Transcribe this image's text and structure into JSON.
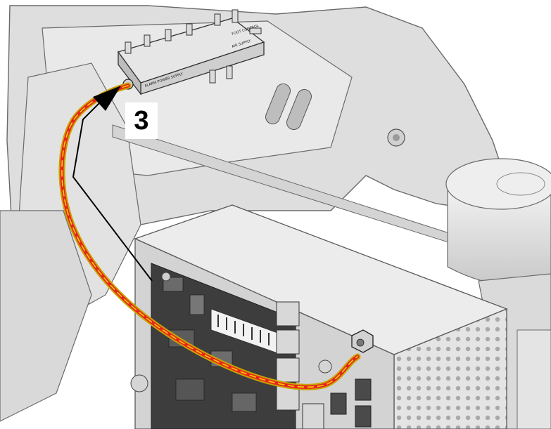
{
  "callout": {
    "step": "3"
  },
  "manifold": {
    "labels": [
      "ALARM POWER SUPPLY",
      "FOOT CONTROL",
      "AIR SUPPLY"
    ]
  },
  "colors": {
    "hose_outer": "#c9a400",
    "hose_inner": "#e8231e",
    "hose_dash": "#ffd200",
    "arrow": "#000000",
    "part_fill": "#dcdcdc",
    "part_stroke": "#555555",
    "background": "#ffffff"
  }
}
